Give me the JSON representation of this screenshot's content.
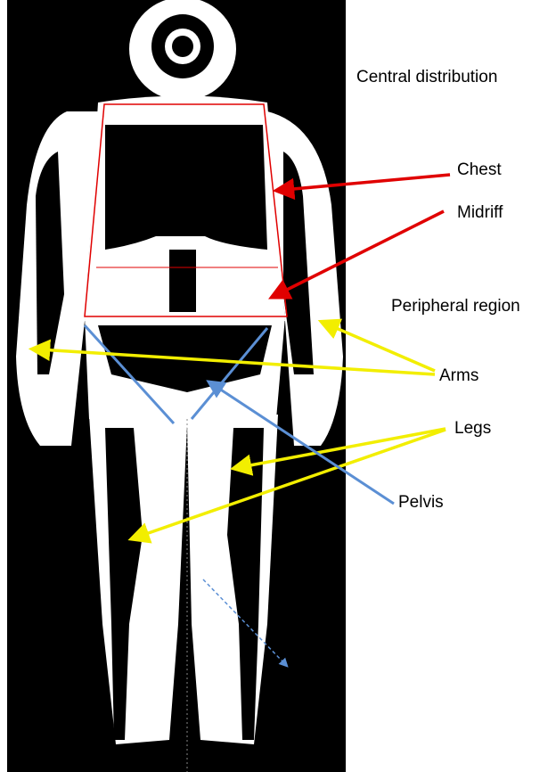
{
  "labels": {
    "central_distribution": "Central distribution",
    "chest": "Chest",
    "midriff": "Midriff",
    "peripheral_region": "Peripheral region",
    "arms": "Arms",
    "legs": "Legs",
    "pelvis": "Pelvis"
  },
  "colors": {
    "background_scan": "#000000",
    "body_silhouette": "#ffffff",
    "central_outline": "#e00000",
    "chest_midriff_arrows": "#e00000",
    "arms_legs_arrows": "#f2ee00",
    "pelvis_lines": "#5b8fd4",
    "page_bg": "#ffffff"
  }
}
